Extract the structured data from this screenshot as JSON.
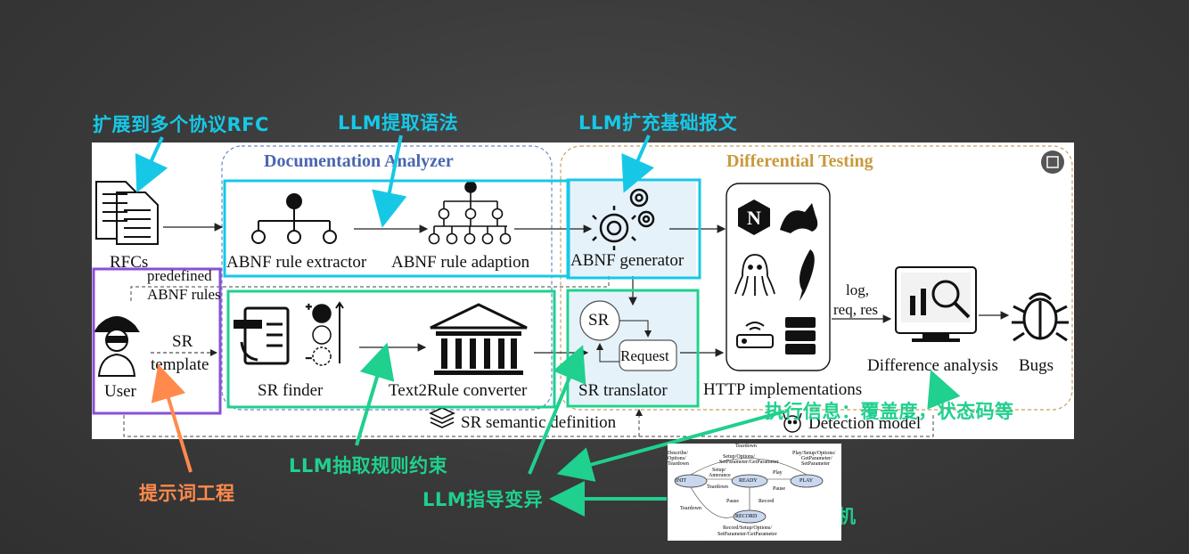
{
  "annotations": {
    "rfc_expand": "扩展到多个协议RFC",
    "llm_grammar": "LLM提取语法",
    "llm_expand": "LLM扩充基础报文",
    "exec_info": "执行信息：覆盖度，状态码等",
    "llm_constraint": "LLM抽取规则约束",
    "llm_mutation": "LLM指导变异",
    "prompt_eng": "提示词工程",
    "state_machine": "状态机"
  },
  "diagram": {
    "doc_analyzer_title": "Documentation Analyzer",
    "diff_testing_title": "Differential Testing",
    "rfcs": "RFCs",
    "predefined": "predefined",
    "abnf_rules": "ABNF rules",
    "abnf_extractor": "ABNF rule extractor",
    "abnf_adaption": "ABNF rule adaption",
    "abnf_generator": "ABNF generator",
    "sr_template_1": "SR",
    "sr_template_2": "template",
    "user": "User",
    "sr_finder": "SR finder",
    "text2rule": "Text2Rule converter",
    "sr_circle": "SR",
    "request": "Request",
    "sr_translator": "SR translator",
    "http_impl": "HTTP implementations",
    "log": "log,",
    "req_res": "req, res",
    "diff_analysis": "Difference analysis",
    "bugs": "Bugs",
    "sr_semantic": "SR semantic definition",
    "detection_model": "Detection model"
  },
  "state_diagram": {
    "teardown_top": "Teardown",
    "describe": "Describe/",
    "options": "Options/",
    "teardown_left": "Teardown",
    "setup_opts": "Setup/Options/",
    "setparam": "SetParameter/GetParameter",
    "play_setup": "Play/Setup/Options/",
    "getparam": "GetParameter/",
    "setparam2": "SetParameter",
    "setup": "Setup/",
    "announce": "Announce",
    "teardown_mid": "Teardown",
    "play": "Play",
    "pause": "Pause",
    "init": "INIT",
    "ready": "READY",
    "play_state": "PLAY",
    "pause2": "Pause",
    "record": "Record",
    "record_state": "RECORD",
    "teardown_bottom": "Teardown",
    "record_setup": "Record/Setup/Options/",
    "setparam_bottom": "SetParameter/GetParameter"
  },
  "colors": {
    "cyan": "#16c8e6",
    "green": "#1fd08e",
    "orange": "#ff8a4c",
    "purple": "#8a4fd6",
    "doc_blue": "#4a66b0",
    "diff_gold": "#c89a3c"
  }
}
